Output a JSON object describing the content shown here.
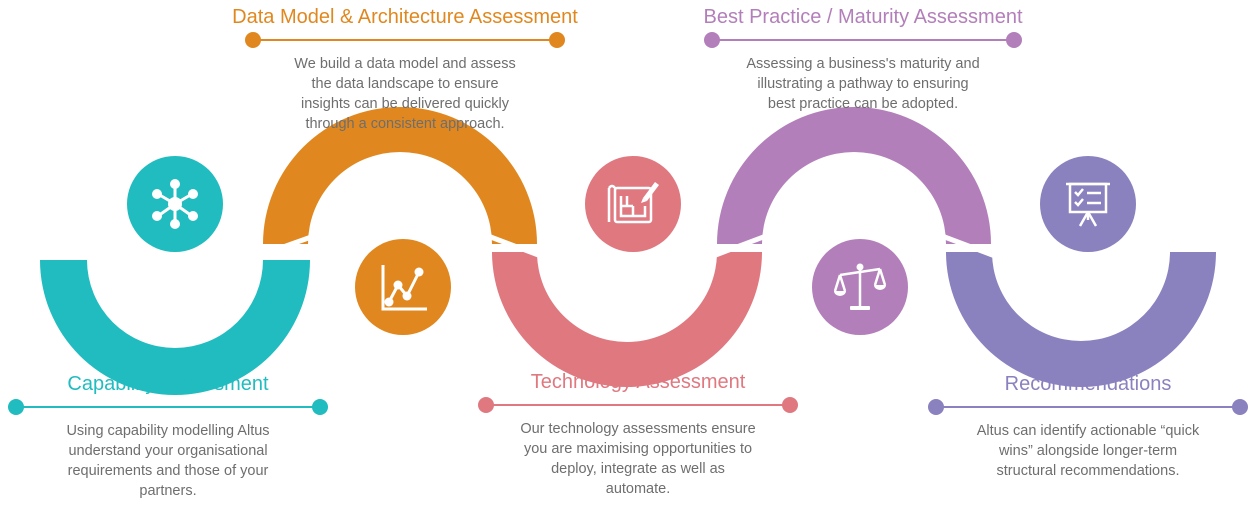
{
  "colors": {
    "teal": "#20bcbf",
    "orange": "#e0881f",
    "coral": "#e07880",
    "purple": "#b37fba",
    "violet": "#8a81bf",
    "description": "#6e6e6e"
  },
  "stages": [
    {
      "title": "Capability Assessment",
      "description": "Using capability modelling Altus\nunderstand your organisational\nrequirements and those of your\npartners.",
      "icon": "network-nodes-icon",
      "color": "#20bcbf"
    },
    {
      "title": "Data Model & Architecture Assessment",
      "description": "We build a data model and assess\nthe data landscape to ensure\ninsights can be delivered quickly\nthrough a consistent approach.",
      "icon": "line-chart-icon",
      "color": "#e0881f"
    },
    {
      "title": "Technology Assessment",
      "description": "Our technology assessments ensure\nyou are maximising opportunities to\ndeploy, integrate as well as\nautomate.",
      "icon": "blueprint-pencil-icon",
      "color": "#e07880"
    },
    {
      "title": "Best Practice / Maturity Assessment",
      "description": "Assessing a business's maturity and\nillustrating a pathway to ensuring\nbest practice can be adopted.",
      "icon": "balance-scale-icon",
      "color": "#b37fba"
    },
    {
      "title": "Recommendations",
      "description": "Altus can identify actionable “quick\nwins” alongside longer-term\nstructural recommendations.",
      "icon": "presentation-board-icon",
      "color": "#8a81bf"
    }
  ]
}
